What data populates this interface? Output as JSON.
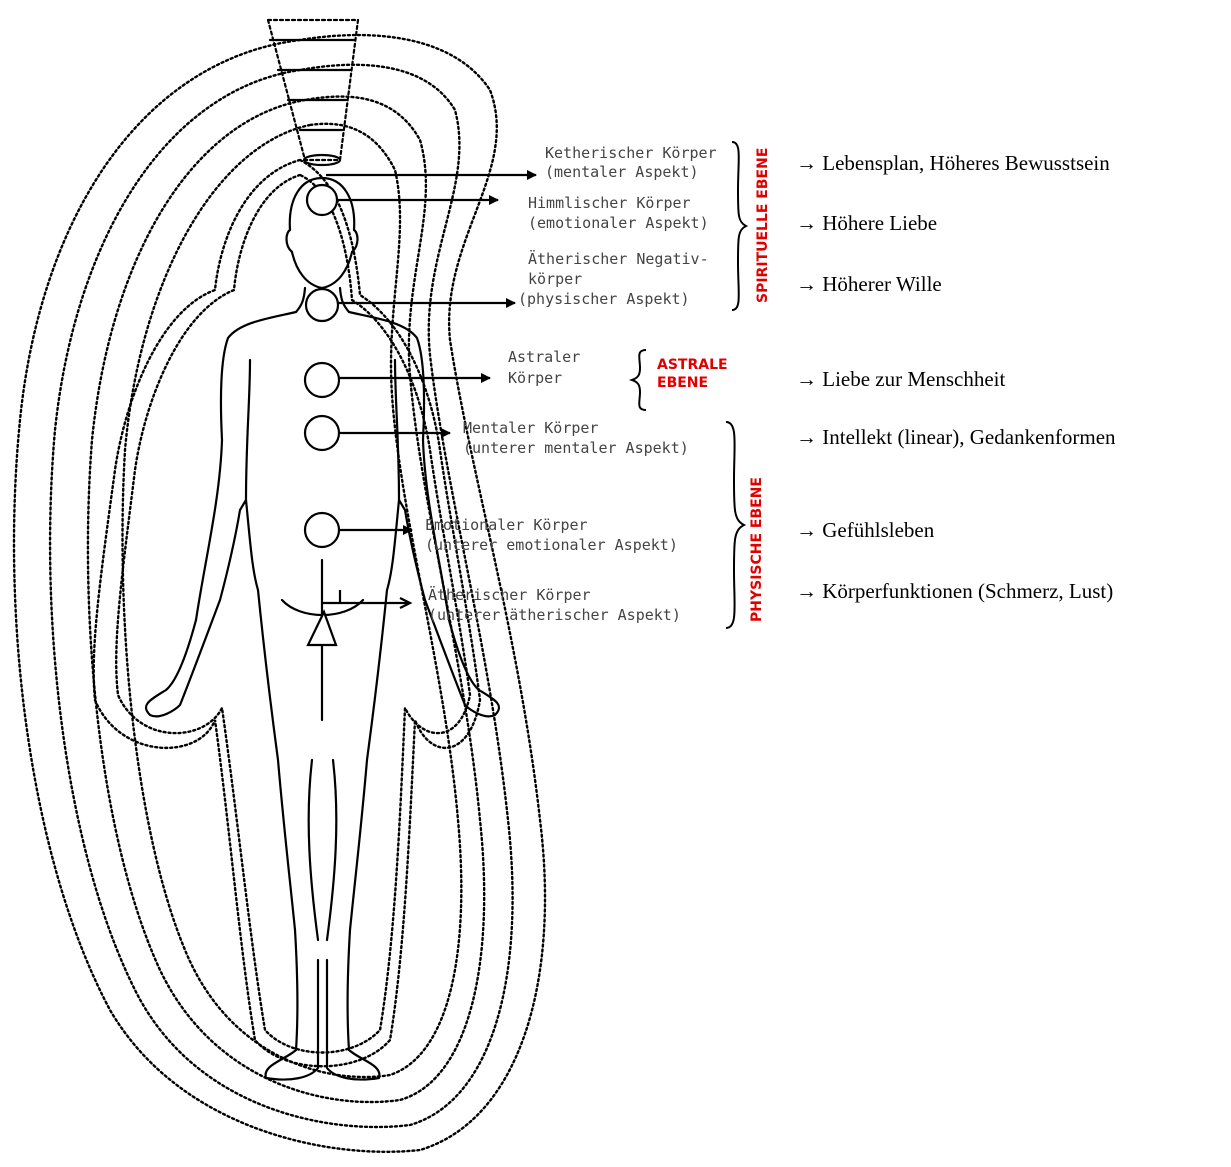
{
  "bodies": [
    {
      "line1": "Ketherischer Körper",
      "line2": "(mentaler Aspekt)"
    },
    {
      "line1": "Himmlischer Körper",
      "line2": "(emotionaler Aspekt)"
    },
    {
      "line1": "Ätherischer Negativ-",
      "line2": "körper",
      "line3": "(physischer Aspekt)"
    },
    {
      "line1": "Astraler",
      "line2": "Körper"
    },
    {
      "line1": "Mentaler Körper",
      "line2": "(unterer mentaler Aspekt)"
    },
    {
      "line1": "Emotionaler Körper",
      "line2": "(unterer emotionaler Aspekt)"
    },
    {
      "line1": "Ätherischer Körper",
      "line2": "(unterer ätherischer Aspekt)"
    }
  ],
  "levels": {
    "spiritual": "SPIRITUELLE EBENE",
    "astral_line1": "ASTRALE",
    "astral_line2": "EBENE",
    "physical": "PHYSISCHE EBENE"
  },
  "descriptions": [
    "→ Lebensplan, Höheres Bewusstsein",
    "→ Höhere Liebe",
    "→ Höherer Wille",
    "→ Liebe zur Menschheit",
    "→ Intellekt (linear), Gedankenformen",
    "→ Gefühlsleben",
    "→ Körperfunktionen (Schmerz, Lust)"
  ],
  "colors": {
    "level_label": "#e00000",
    "body_label": "#444444",
    "line": "#000000"
  }
}
